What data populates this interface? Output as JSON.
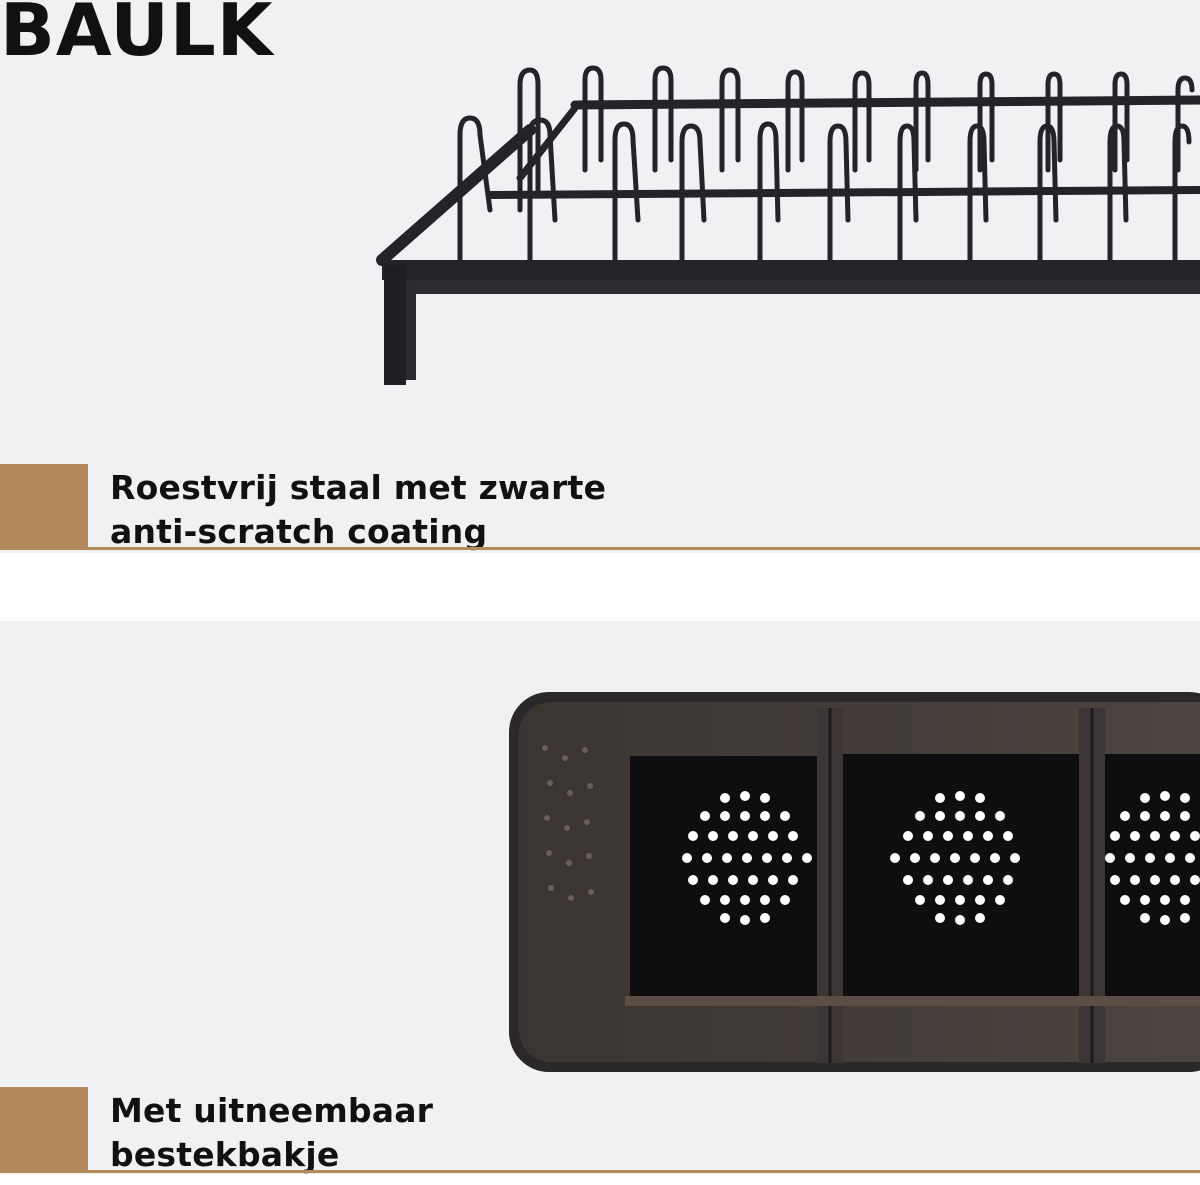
{
  "brand": {
    "name": "BAULK"
  },
  "features": [
    {
      "line1": "Roestvrij staal met zwarte",
      "line2": "anti-scratch coating"
    },
    {
      "line1": "Met uitneembaar",
      "line2": "bestekbakje"
    }
  ],
  "colors": {
    "accent": "#b1895a",
    "panel_background": "#f1f1f3",
    "text": "#111111",
    "product_dark": "#1f2024"
  },
  "images": {
    "top": "dish-rack-photo",
    "bottom": "cutlery-caddy-photo"
  }
}
